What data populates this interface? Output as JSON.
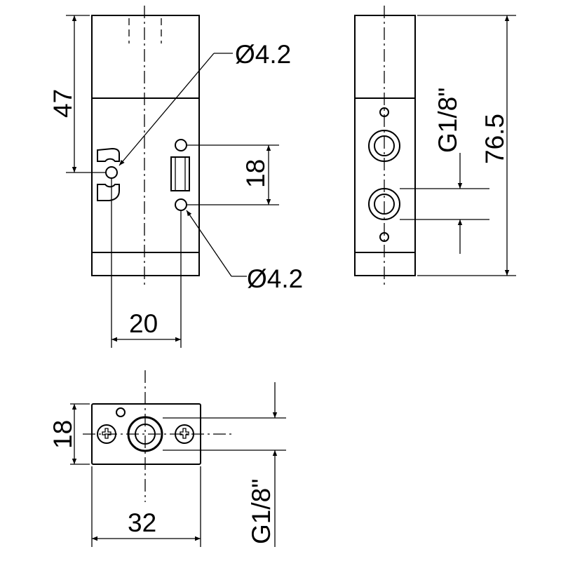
{
  "dimensions": {
    "front_height": "47",
    "front_hole_upper": "Ø4.2",
    "front_hole_lower": "Ø4.2",
    "front_hole_spacing": "18",
    "front_width": "20",
    "side_port": "G1/8\"",
    "side_height": "76.5",
    "bottom_height": "18",
    "bottom_width": "32",
    "bottom_port": "G1/8\""
  }
}
